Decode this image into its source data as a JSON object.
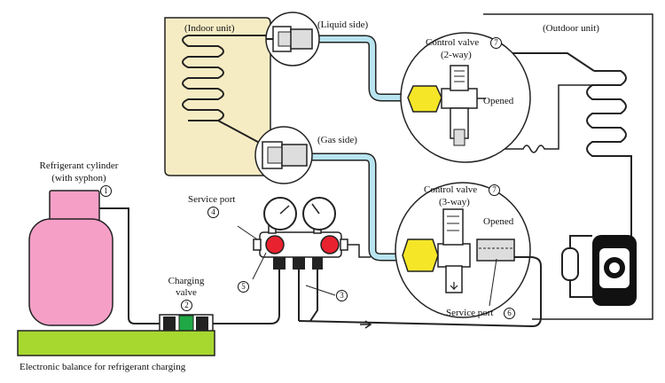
{
  "labels": {
    "indoor_unit": "(Indoor unit)",
    "outdoor_unit": "(Outdoor unit)",
    "liquid_side": "(Liquid side)",
    "gas_side": "(Gas side)",
    "control_valve_2way": "Control valve",
    "two_way": "(2-way)",
    "control_valve_3way": "Control valve",
    "three_way": "(3-way)",
    "opened_top": "Opened",
    "opened_bottom": "Opened",
    "refrigerant_cylinder": "Refrigerant cylinder",
    "with_syphon": "(with syphon)",
    "service_port_left": "Service port",
    "charging_valve_1": "Charging",
    "charging_valve_2": "valve",
    "service_port_right": "Service port",
    "balance": "Electronic balance for refrigerant charging"
  },
  "callouts": {
    "n1": "1",
    "n2": "2",
    "n3": "3",
    "n4": "4",
    "n5": "5",
    "n6": "6",
    "n7a": "7",
    "n7b": "7"
  },
  "colors": {
    "indoor_fill": "#f6ecc4",
    "pipe_blue": "#b8e4ef",
    "cylinder_pink": "#f59fc7",
    "balance_green": "#a7d830",
    "valve_yellow": "#f5e628",
    "gauge_red": "#e8232f",
    "charging_valve_green": "#1fa845"
  }
}
